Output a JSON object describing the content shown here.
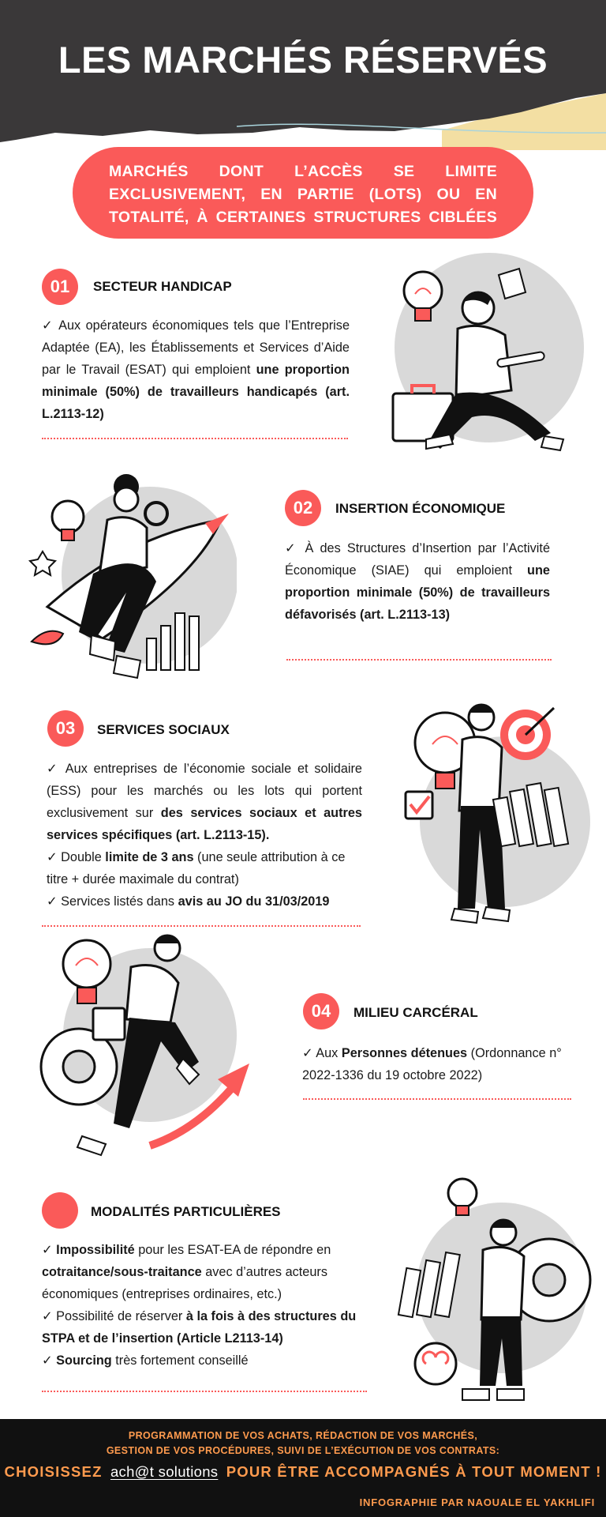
{
  "header": {
    "title": "LES MARCHÉS RÉSERVÉS"
  },
  "subtitle": "MARCHÉS DONT L’ACCÈS SE LIMITE EXCLUSIVEMENT, EN PARTIE (LOTS) OU EN TOTALITÉ, À CERTAINES STRUCTURES CIBLÉES",
  "sections": [
    {
      "number": "01",
      "title": "SECTEUR HANDICAP",
      "p1_a": "✓  Aux opérateurs économiques tels que l’Entreprise Adaptée (EA), les Établissements et Services d’Aide par le Travail (ESAT) qui emploient ",
      "p1_b": "une proportion minimale (50%) de travailleurs handicapés (art. L.2113-12)"
    },
    {
      "number": "02",
      "title": "INSERTION ÉCONOMIQUE",
      "p1_a": "✓  À des Structures d’Insertion par l’Activité Économique (SIAE) qui emploient ",
      "p1_b": "une proportion minimale (50%) de travailleurs défavorisés (art. L.2113-13)"
    },
    {
      "number": "03",
      "title": "SERVICES SOCIAUX",
      "p1_a": "✓  Aux entreprises de l’économie sociale et solidaire (ESS) pour les marchés ou les lots qui portent exclusivement sur ",
      "p1_b": "des services sociaux et autres services spécifiques (art. L.2113-15).",
      "p2_a": "✓ Double ",
      "p2_b": "limite de 3 ans",
      "p2_c": " (une seule attribution à ce titre + durée maximale du contrat)",
      "p3_a": "✓ Services listés dans ",
      "p3_b": "avis au JO du 31/03/2019"
    },
    {
      "number": "04",
      "title": "MILIEU CARCÉRAL",
      "p1_a": "✓ Aux ",
      "p1_b": "Personnes détenues",
      "p1_c": " (Ordonnance n° 2022-1336 du 19 octobre 2022)"
    },
    {
      "number": "",
      "title": "MODALITÉS PARTICULIÈRES",
      "p1_a": "✓ ",
      "p1_b": "Impossibilité",
      "p1_c": " pour les ESAT-EA de répondre en ",
      "p1_d": "cotraitance/sous-traitance",
      "p1_e": " avec d’autres acteurs économiques (entreprises ordinaires, etc.)",
      "p2_a": "✓ Possibilité de réserver ",
      "p2_b": "à la fois à des structures du STPA et de l’insertion (Article L2113-14)",
      "p3_a": "✓ ",
      "p3_b": "Sourcing",
      "p3_c": " très fortement conseillé"
    }
  ],
  "footer": {
    "line1": "PROGRAMMATION DE VOS ACHATS, RÉDACTION DE VOS MARCHÉS,",
    "line2": "GESTION DE VOS PROCÉDURES, SUIVI DE L’EXÉCUTION DE VOS CONTRATS:",
    "cta_before": "CHOISISSEZ",
    "brand": "ach@t solutions",
    "cta_after": "POUR ÊTRE ACCOMPAGNÉS À TOUT MOMENT !",
    "credit": "INFOGRAPHIE PAR NAOUALE EL YAKHLIFI"
  },
  "colors": {
    "accent": "#fa5a59",
    "dark": "#3a3839",
    "footer_text": "#ff9b4e",
    "illustration_bg": "#d9d9d9"
  }
}
